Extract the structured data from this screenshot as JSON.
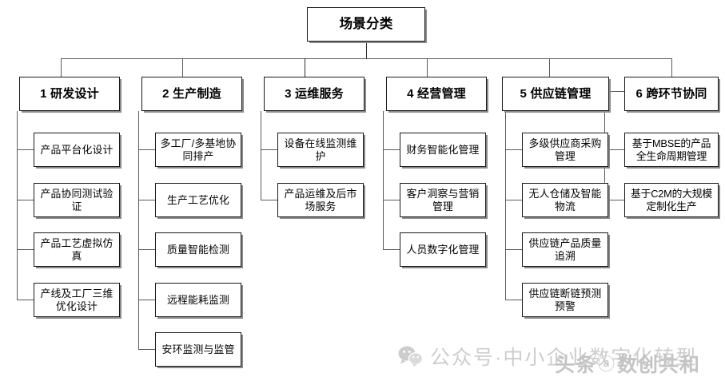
{
  "diagram": {
    "root": {
      "label": "场景分类"
    },
    "columns": [
      {
        "id": "col-1",
        "label": "1 研发设计",
        "children": [
          {
            "label": "产品平台化设计"
          },
          {
            "label": "产品协同测试验证"
          },
          {
            "label": "产品工艺虚拟仿真"
          },
          {
            "label": "产线及工厂三维优化设计"
          }
        ]
      },
      {
        "id": "col-2",
        "label": "2 生产制造",
        "children": [
          {
            "label": "多工厂/多基地协同排产"
          },
          {
            "label": "生产工艺优化"
          },
          {
            "label": "质量智能检测"
          },
          {
            "label": "远程能耗监测"
          },
          {
            "label": "安环监测与监管"
          }
        ]
      },
      {
        "id": "col-3",
        "label": "3 运维服务",
        "children": [
          {
            "label": "设备在线监测维护"
          },
          {
            "label": "产品运维及后市场服务"
          }
        ]
      },
      {
        "id": "col-4",
        "label": "4 经营管理",
        "children": [
          {
            "label": "财务智能化管理"
          },
          {
            "label": "客户洞察与营销管理"
          },
          {
            "label": "人员数字化管理"
          }
        ]
      },
      {
        "id": "col-5",
        "label": "5 供应链管理",
        "children": [
          {
            "label": "多级供应商采购管理"
          },
          {
            "label": "无人仓储及智能物流"
          },
          {
            "label": "供应链产品质量追溯"
          },
          {
            "label": "供应链断链预测预警"
          }
        ]
      },
      {
        "id": "col-6",
        "label": "6 跨环节协同",
        "children": [
          {
            "label": "基于MBSE的产品全生命周期管理"
          },
          {
            "label": "基于C2M的大规模定制化生产"
          }
        ]
      }
    ]
  },
  "watermarks": {
    "wechat": {
      "text": "公众号·中小企业数字化转型",
      "icon": "wechat-icon",
      "color": "#cdcdcd"
    },
    "toutiao": {
      "prefix": "头条",
      "at": "ⓐ",
      "name": "数创共和",
      "color": "#c4c4c4"
    }
  }
}
